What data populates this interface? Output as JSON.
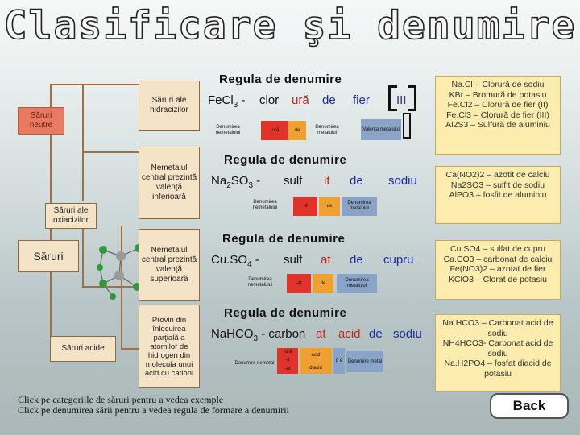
{
  "title": "Clasificare şi denumire",
  "left": {
    "saruri_neutre": "Săruri neutre",
    "saruri": "Săruri",
    "saruri_acide": "Săruri acide",
    "saruri_oxiacizilor": "Săruri ale oxiacizilor",
    "saruri_hidracizilor": "Săruri ale hidracizilor",
    "nemetal_inferioara": "Nemetalul central prezintă valenţă inferioară",
    "nemetal_superioara": "Nemetalul central prezintă valenţă superioară",
    "provin_din": "Provin din înlocuirea parţială a atomilor de hidrogen din molecula unui acid cu cationi"
  },
  "rule_heading": "Regula de denumire",
  "rule1": {
    "formula_base": "FeCl",
    "sub": "3",
    "dash": " -",
    "w1": "clor",
    "w2": "ură",
    "w3": "de",
    "w4": "fier",
    "valence": "III",
    "lbl_nemetal": "Denumirea nemetalului",
    "lbl_ura": "-ură",
    "lbl_de": "de",
    "lbl_metal": "Denumirea metalului",
    "lbl_valenta": "Valenţa metalului"
  },
  "rule2": {
    "formula_base": "Na",
    "sub1": "2",
    "mid": "SO",
    "sub2": "3",
    "dash": " -",
    "w1": "sulf",
    "w2": "it",
    "w3": "de",
    "w4": "sodiu",
    "lbl_nemetal": "Denumirea nemetalului",
    "lbl_it": "-it",
    "lbl_de": "de",
    "lbl_metal": "Denumirea metalului"
  },
  "rule3": {
    "formula": "Cu.SO",
    "sub": "4",
    "dash": " -",
    "w1": "sulf",
    "w2": "at",
    "w3": "de",
    "w4": "cupru",
    "lbl_nemetal": "Denumirea nemetalului",
    "lbl_at": "-at",
    "lbl_de": "de",
    "lbl_metal": "Denumirea metalului"
  },
  "rule4": {
    "formula": "NaHCO",
    "sub": "3",
    "dash": " - carbon",
    "w1": "at",
    "w2": "acid",
    "w3": "de",
    "w4": "sodiu",
    "lbl_nemetal": "Denumire nemetal",
    "lbl_ura": "-ură",
    "lbl_it": "-it",
    "lbl_at": "-at",
    "lbl_acid": "acid",
    "lbl_diacid": "diacid",
    "lbl_de": "d e",
    "lbl_metal": "Denumire metal"
  },
  "examples": {
    "ex1": [
      "Na.Cl – Clorură de sodiu",
      "KBr – Bromură de potasiu",
      "Fe.Cl2 – Clorură de fier (II)",
      "Fe.Cl3 – Clorură de fier (III)",
      "Al2S3 – Sulfură de aluminiu"
    ],
    "ex2": [
      "Ca(NO2)2 – azotit de calciu",
      "Na2SO3 – sulfit de sodiu",
      "AlPO3 – fosfit de aluminiu"
    ],
    "ex3": [
      "Cu.SO4 – sulfat de cupru",
      "Ca.CO3 – carbonat de calciu",
      "Fe(NO3)2 – azotat de fier",
      "KClO3 – Clorat de potasiu"
    ],
    "ex4": [
      "Na.HCO3 – Carbonat acid de sodiu",
      "NH4HCO3- Carbonat acid de sodiu",
      "Na.H2PO4 – fosfat diacid de potasiu"
    ]
  },
  "footer": {
    "line1": "Click pe categoriile de săruri pentru a vedea exemple",
    "line2": "Click pe denumirea sării pentru a vedea regula de formare a denumirii"
  },
  "back_label": "Back",
  "colors": {
    "red": "#c0281a",
    "blue": "#1a2a9a",
    "tan": "#f4e3c6",
    "yellow": "#fcecad",
    "salmon": "#e87a62"
  }
}
